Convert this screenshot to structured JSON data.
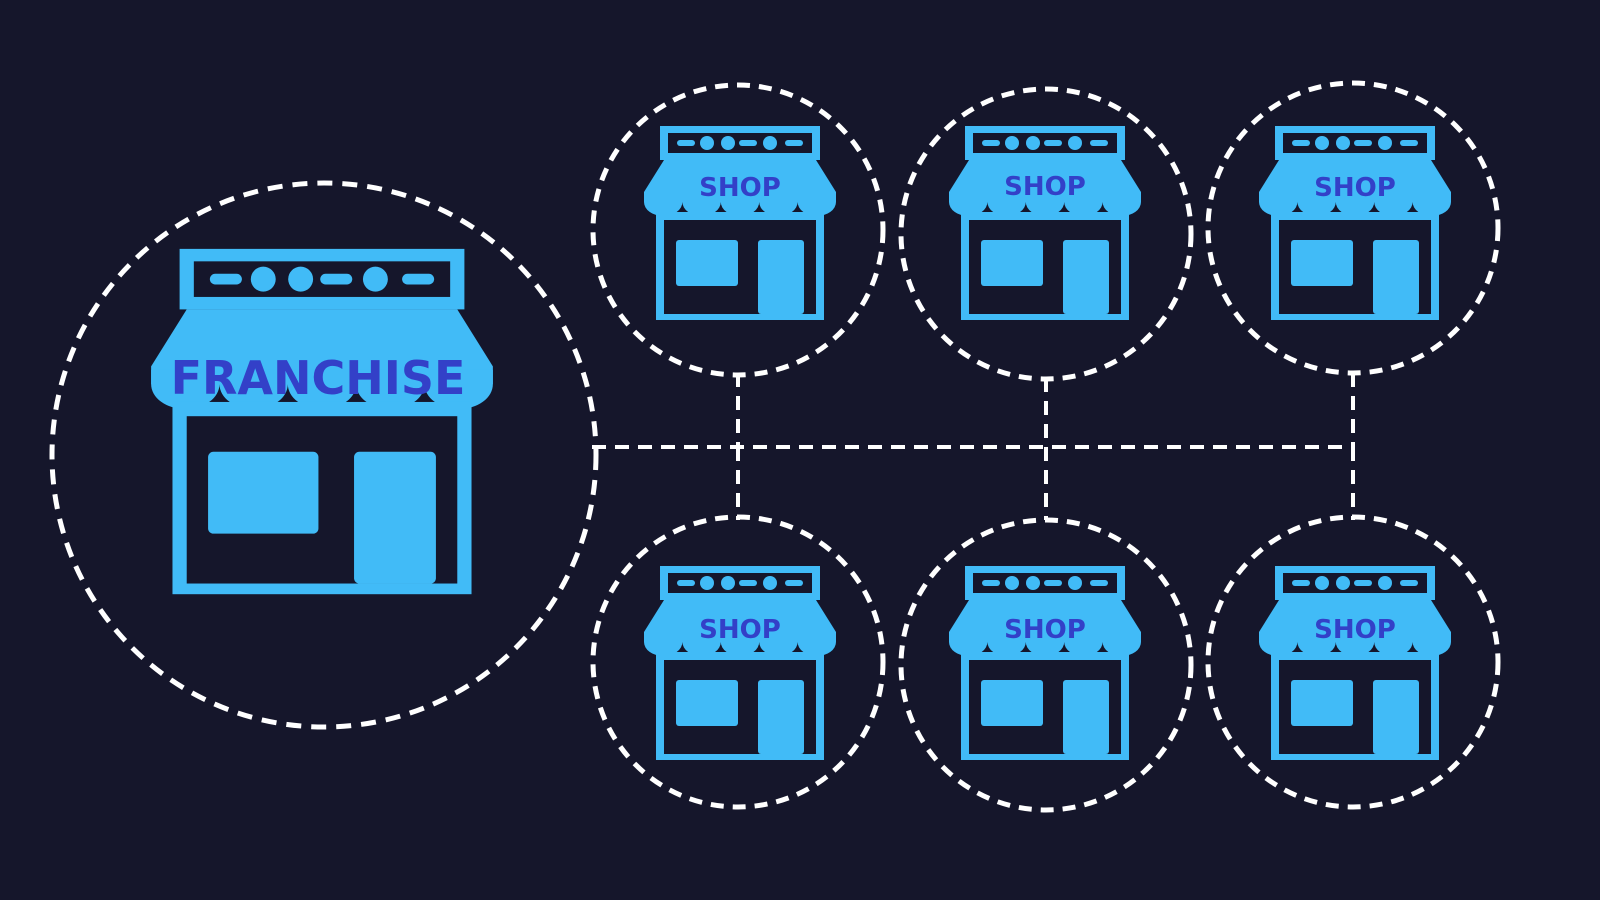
{
  "colors": {
    "background": "#15162b",
    "icon_fill": "#41bbf7",
    "label_text": "#3340c8",
    "connector": "#ffffff"
  },
  "hub": {
    "label": "FRANCHISE",
    "icon": "storefront-icon"
  },
  "shops": [
    {
      "label": "SHOP",
      "icon": "storefront-icon"
    },
    {
      "label": "SHOP",
      "icon": "storefront-icon"
    },
    {
      "label": "SHOP",
      "icon": "storefront-icon"
    },
    {
      "label": "SHOP",
      "icon": "storefront-icon"
    },
    {
      "label": "SHOP",
      "icon": "storefront-icon"
    },
    {
      "label": "SHOP",
      "icon": "storefront-icon"
    }
  ]
}
